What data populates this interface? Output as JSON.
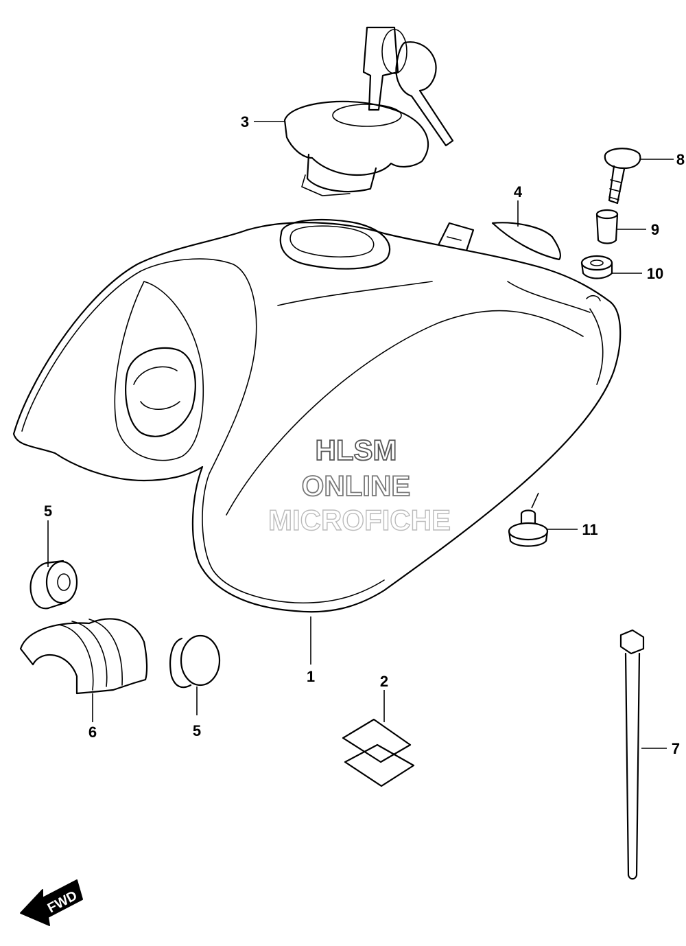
{
  "watermark": {
    "line1": "HLSM",
    "line2": "ONLINE",
    "line3": "MICROFICHE",
    "color1": "#555555",
    "color2": "#777777",
    "color3": "#bbbbbb"
  },
  "direction_indicator": {
    "label": "FWD",
    "icon": "forward-arrow-icon"
  },
  "callouts": [
    {
      "number": "1",
      "part": "fuel-tank"
    },
    {
      "number": "2",
      "part": "emblem"
    },
    {
      "number": "3",
      "part": "fuel-cap-with-keys"
    },
    {
      "number": "4",
      "part": "tank-pad"
    },
    {
      "number": "5",
      "part": "cushion-upper"
    },
    {
      "number": "5",
      "part": "cushion-lower"
    },
    {
      "number": "6",
      "part": "tank-mount-cushion"
    },
    {
      "number": "7",
      "part": "cable-tie"
    },
    {
      "number": "8",
      "part": "bolt"
    },
    {
      "number": "9",
      "part": "spacer"
    },
    {
      "number": "10",
      "part": "grommet"
    },
    {
      "number": "11",
      "part": "rubber-mount"
    }
  ]
}
